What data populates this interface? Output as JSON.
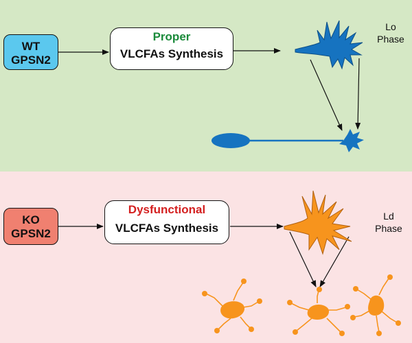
{
  "colors": {
    "top_background": "#d5e8c5",
    "bottom_background": "#fbe3e4",
    "wt_box": "#5bc8ee",
    "ko_box": "#f08070",
    "proper_text": "#1a8a3a",
    "dysfunctional_text": "#d42020",
    "lo_cell": "#1673c0",
    "ld_cell": "#f7941d"
  },
  "top": {
    "gene_line1": "WT",
    "gene_line2": "GPSN2",
    "status": "Proper",
    "synthesis": "VLCFAs Synthesis",
    "phase_line1": "Lo",
    "phase_line2": "Phase"
  },
  "bottom": {
    "gene_line1": "KO",
    "gene_line2": "GPSN2",
    "status": "Dysfunctional",
    "synthesis": "VLCFAs Synthesis",
    "phase_line1": "Ld",
    "phase_line2": "Phase"
  },
  "icons": [
    "blue-neuron-icon",
    "blue-star-cell-icon",
    "blue-ellipse-icon",
    "orange-neuron-icon",
    "orange-small-cell-icon"
  ]
}
